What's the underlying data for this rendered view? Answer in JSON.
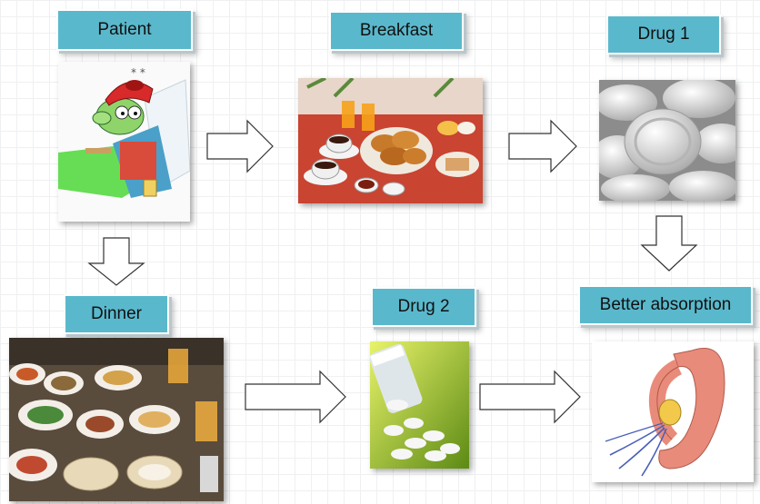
{
  "labels": {
    "patient": "Patient",
    "breakfast": "Breakfast",
    "drug1": "Drug 1",
    "dinner": "Dinner",
    "drug2": "Drug 2",
    "absorption": "Better absorption"
  },
  "images": {
    "patient": "sick-patient-cartoon",
    "breakfast": "breakfast-table-photo",
    "drug1": "white-pills-photo",
    "dinner": "dinner-table-photo",
    "drug2": "spilled-pills-bottle-photo",
    "absorption": "intestine-illustration"
  },
  "colors": {
    "label_bg": "#5ab8cc",
    "arrow_stroke": "#333333"
  }
}
